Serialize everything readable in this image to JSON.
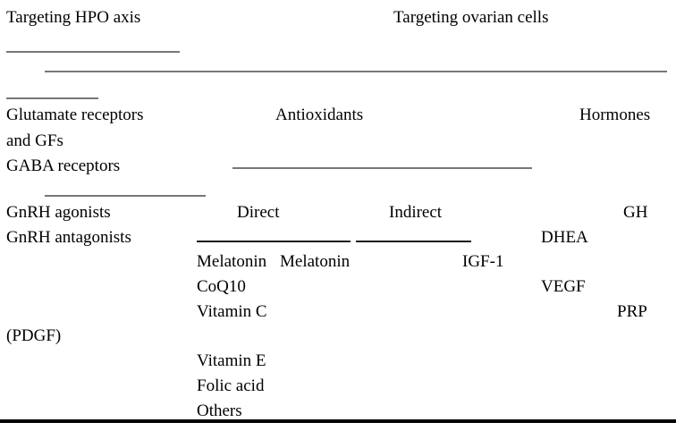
{
  "document": {
    "type": "classification-table",
    "headings": [
      {
        "id": "hpo",
        "label": "Targeting HPO axis"
      },
      {
        "id": "ovarian",
        "label": "Targeting ovarian cells"
      }
    ],
    "columns": [
      {
        "id": "hpo-axis",
        "entries": [
          "Glutamate receptors",
          "and GFs",
          "GABA receptors",
          "GnRH agonists",
          "GnRH antagonists",
          "(PDGF)"
        ]
      },
      {
        "id": "antioxidants",
        "label": "Antioxidants",
        "subcolumns": [
          {
            "id": "direct",
            "label": "Direct",
            "entries": [
              "Melatonin",
              "CoQ10",
              "Vitamin C",
              "Vitamin E",
              "Folic acid",
              "Others"
            ]
          },
          {
            "id": "indirect",
            "label": "Indirect",
            "entries": [
              "Melatonin",
              "IGF-1"
            ]
          }
        ]
      },
      {
        "id": "hormones",
        "label": "Hormones",
        "entries": [
          "GH",
          "DHEA",
          "VEGF",
          "PRP"
        ]
      }
    ],
    "cells": {
      "heading_hpo": "Targeting HPO axis",
      "heading_ovarian": "Targeting ovarian cells",
      "glutamate_receptors": "Glutamate receptors",
      "and_gfs": "and GFs",
      "gaba_receptors": "GABA receptors",
      "gnrh_agonists": "GnRH agonists",
      "gnrh_antagonists": "GnRH antagonists",
      "pdgf": "(PDGF)",
      "antioxidants": "Antioxidants",
      "hormones": "Hormones",
      "direct": "Direct",
      "indirect": "Indirect",
      "melatonin_direct": "Melatonin",
      "melatonin_indirect": "Melatonin",
      "coq10": "CoQ10",
      "vitamin_c": "Vitamin C",
      "vitamin_e": "Vitamin E",
      "folic_acid": "Folic acid",
      "others": "Others",
      "igf1": "IGF-1",
      "gh": "GH",
      "dhea": "DHEA",
      "vegf": "VEGF",
      "prp": "PRP"
    },
    "colors": {
      "text": "#000000",
      "rule_grey": "#6f6f6f",
      "rule_dark": "#1a1a1a",
      "rule_bottom": "#000000",
      "background": "#ffffff"
    }
  }
}
